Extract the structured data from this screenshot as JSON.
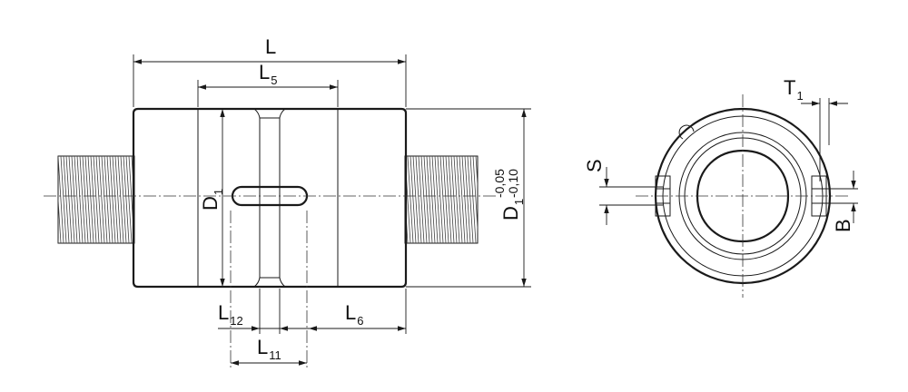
{
  "labels": {
    "L": "L",
    "L5": {
      "main": "L",
      "sub": "5"
    },
    "L12": {
      "main": "L",
      "sub": "12"
    },
    "L11": {
      "main": "L",
      "sub": "11"
    },
    "L6": {
      "main": "L",
      "sub": "6"
    },
    "D1_inner": {
      "main": "D",
      "sub": "1"
    },
    "D1_outer": {
      "main": "D",
      "sub": "1",
      "tol_upper": "-0,05",
      "tol_lower": "-0,10"
    },
    "T1": {
      "main": "T",
      "sub": "1"
    },
    "S": "S",
    "B": "B"
  }
}
